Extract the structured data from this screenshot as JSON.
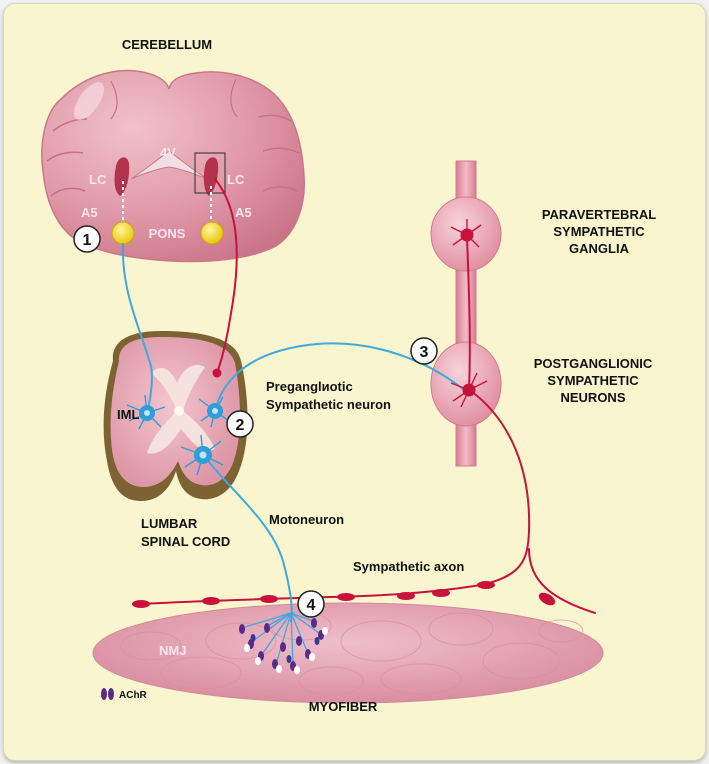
{
  "regions": {
    "cerebellum": "CEREBELLUM",
    "fourth_ventricle": "4V",
    "lc_left": "LC",
    "lc_right": "LC",
    "a5_left": "A5",
    "a5_right": "A5",
    "pons": "PONS",
    "iml": "IML",
    "lumbar_line1": "LUMBAR",
    "lumbar_line2": "SPINAL CORD",
    "para_line1": "PARAVERTEBRAL",
    "para_line2": "SYMPATHETIC",
    "para_line3": "GANGLIA",
    "post_line1": "POSTGANGLIONIC",
    "post_line2": "SYMPATHETIC",
    "post_line3": "NEURONS",
    "pregang_line1": "Preganglиotic",
    "pregang_line2": "Sympathetic neuron",
    "motoneuron": "Motoneuron",
    "sympathetic_axon": "Sympathetic axon",
    "nmj": "NMJ",
    "achr": "AChR",
    "myofiber": "MYOFIBER"
  },
  "steps": [
    "1",
    "2",
    "3",
    "4"
  ],
  "colors": {
    "background": "#f8f5cf",
    "brain": "#e09aa8",
    "cord_white": "#e9b3be",
    "cord_grey": "#f7e4df",
    "cord_dura": "#7d6233",
    "ganglion": "#eaa1b0",
    "myofiber": "#e8a8b8",
    "blue_neuron": "#2f9ed8",
    "red_neuron": "#c8123c",
    "nucleus_yellow": "#f2d81a",
    "achr_purple": "#5a2a86"
  }
}
